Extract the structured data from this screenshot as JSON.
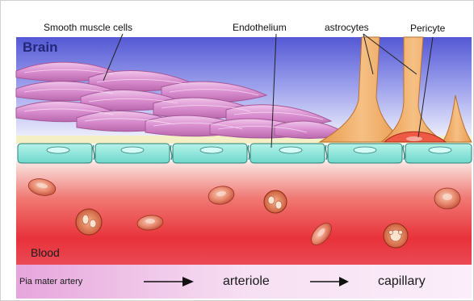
{
  "labels": {
    "smooth_muscle": "Smooth muscle cells",
    "endothelium": "Endothelium",
    "astrocytes": "astrocytes",
    "pericyte": "Pericyte",
    "brain": "Brain",
    "blood": "Blood"
  },
  "flow": {
    "start": "Pia mater artery",
    "middle": "arteriole",
    "end": "capillary"
  },
  "colors": {
    "brain_top": "#5a5fd6",
    "blood": "#e8383c",
    "smooth_muscle": "#d78fc9",
    "endothelium": "#8fe8dc",
    "astrocyte": "#f2b06b",
    "pericyte": "#e64a3a",
    "flow_band": "#f3d6ee"
  }
}
